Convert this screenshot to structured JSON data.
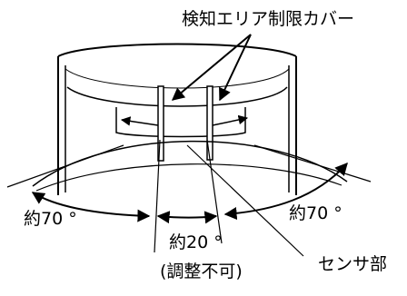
{
  "labels": {
    "cover": "検知エリア制限カバー",
    "angle_left": "約70 °",
    "angle_right": "約70 °",
    "angle_center": "約20 °",
    "note": "(調整不可)",
    "sensor": "センサ部"
  }
}
